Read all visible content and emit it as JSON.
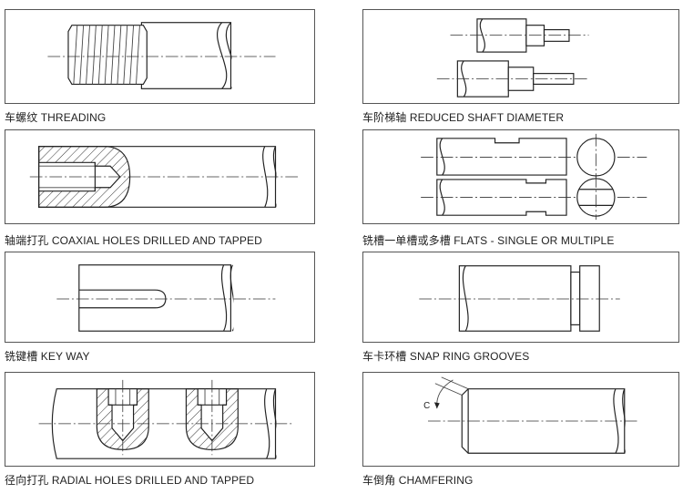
{
  "panels": [
    {
      "caption": "车螺纹 THREADING"
    },
    {
      "caption": "车阶梯轴 REDUCED SHAFT DIAMETER"
    },
    {
      "caption": "轴端打孔 COAXIAL HOLES DRILLED AND TAPPED"
    },
    {
      "caption": "铣槽一单槽或多槽 FLATS - SINGLE OR MULTIPLE"
    },
    {
      "caption": "铣键槽 KEY WAY"
    },
    {
      "caption": "车卡环槽 SNAP RING GROOVES"
    },
    {
      "caption": "径向打孔 RADIAL HOLES DRILLED AND TAPPED"
    },
    {
      "caption": "车倒角 CHAMFERING"
    }
  ],
  "chamfer_label": "C"
}
